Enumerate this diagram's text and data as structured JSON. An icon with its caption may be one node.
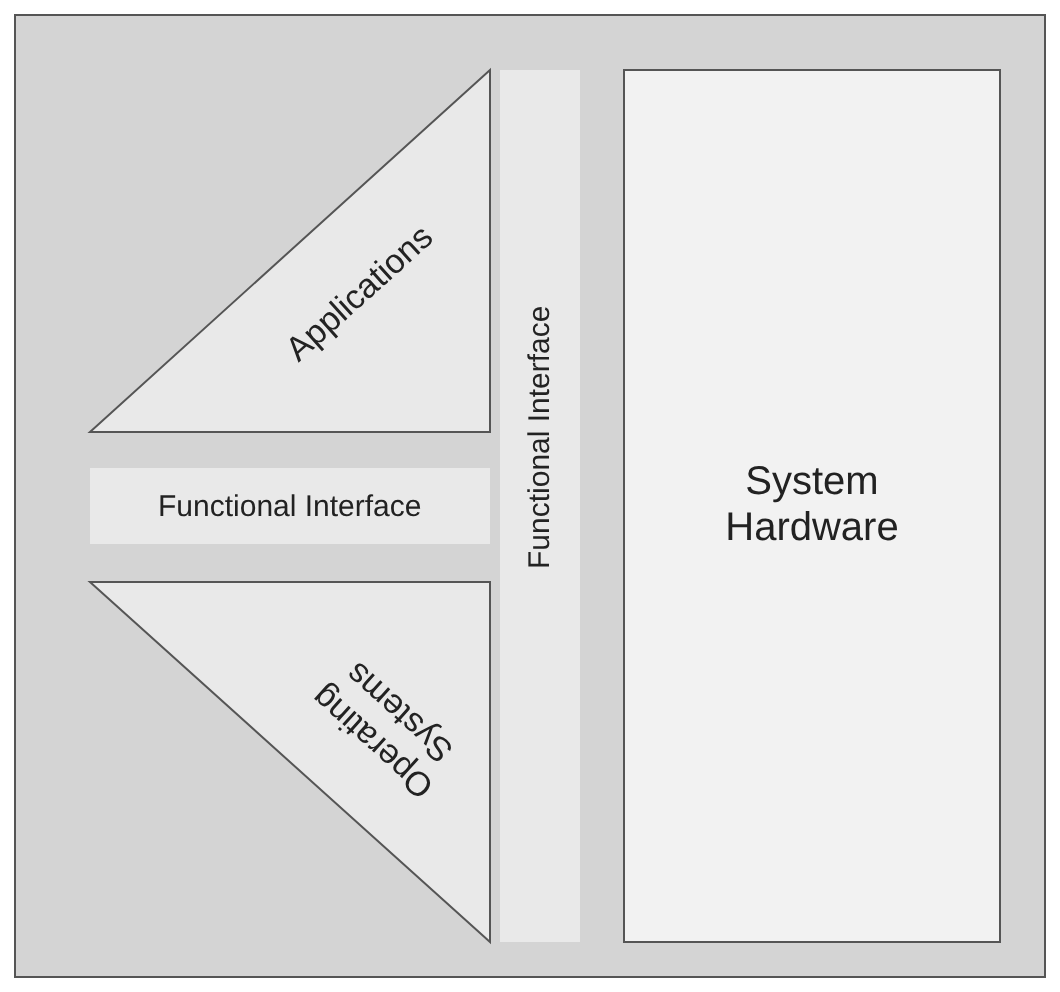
{
  "diagram": {
    "nodes": [
      {
        "text": [
          "Applications"
        ]
      },
      {
        "text": [
          "Functional Interface"
        ]
      },
      {
        "text": [
          "Functional Interface"
        ]
      },
      {
        "text": [
          "Operating Systems"
        ]
      },
      {
        "text": [
          "System Hardware"
        ]
      }
    ]
  }
}
